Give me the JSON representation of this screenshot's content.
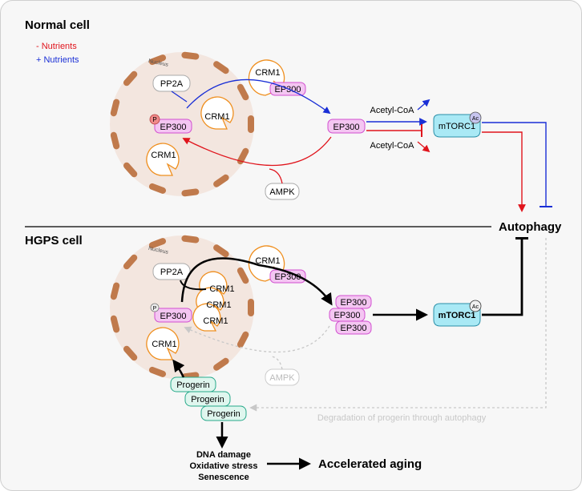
{
  "normal": {
    "title": "Normal cell",
    "legend_minus": "- Nutrients",
    "legend_plus": "+ Nutrients",
    "nucleus_label": "Nucleus",
    "pp2a": "PP2A",
    "p": "P",
    "ep300_nuc": "EP300",
    "crm1_nuc_1": "CRM1",
    "crm1_nuc_2": "CRM1",
    "crm1_top": "CRM1",
    "ep300_top": "EP300",
    "ep300_cyto": "EP300",
    "ampk": "AMPK",
    "acetyl_up": "Acetyl-CoA",
    "acetyl_down": "Acetyl-CoA",
    "mtorc1": "mTORC1",
    "ac": "Ac"
  },
  "autophagy": "Autophagy",
  "hgps": {
    "title": "HGPS cell",
    "nucleus_label": "Nucleus",
    "pp2a": "PP2A",
    "p": "P",
    "ep300_nuc": "EP300",
    "crm1_stack": [
      "CRM1",
      "CRM1",
      "CRM1"
    ],
    "crm1_side": "CRM1",
    "crm1_top": "CRM1",
    "ep300_top": "EP300",
    "ep300_stack": [
      "EP300",
      "EP300",
      "EP300"
    ],
    "ampk": "AMPK",
    "mtorc1": "mTORC1",
    "ac": "Ac",
    "progerin": [
      "Progerin",
      "Progerin",
      "Progerin"
    ],
    "degradation": "Degradation of progerin through autophagy",
    "outcomes": [
      "DNA damage",
      "Oxidative stress",
      "Senescence"
    ],
    "aging": "Accelerated aging"
  },
  "colors": {
    "red": "#e0141c",
    "blue": "#1a2fd6",
    "nucleus_fill": "#f3e6df",
    "lamina": "#c07a4c",
    "ep300_fill": "#f4c6f2",
    "ep300_border": "#d24fd0",
    "crm1_border": "#ef8f1f",
    "mtorc1_fill": "#a9e9f5",
    "progerin_fill": "#dff6ee",
    "progerin_border": "#27a98a",
    "grey": "#c8c8c8"
  }
}
